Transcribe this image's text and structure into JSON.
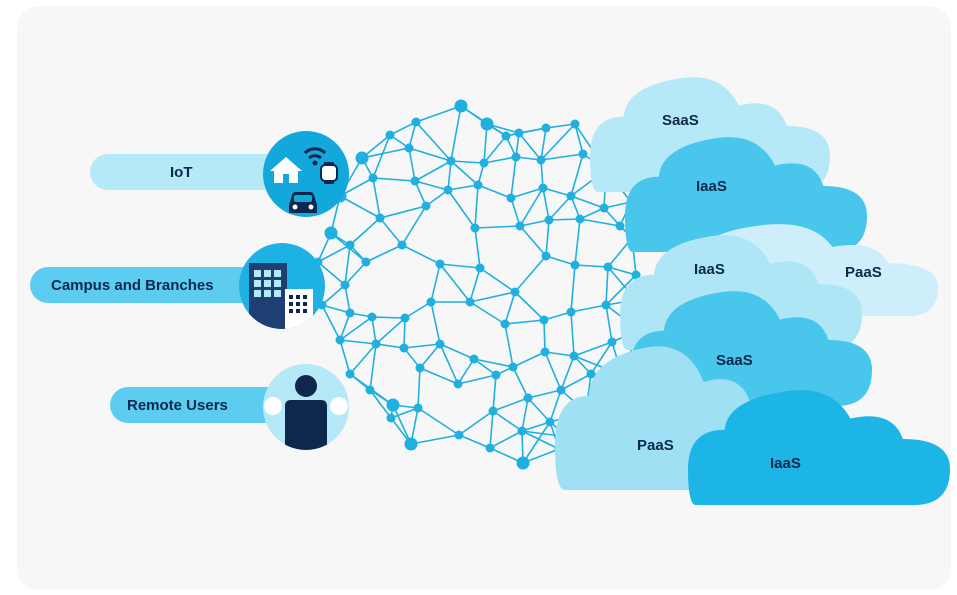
{
  "sources": {
    "iot": {
      "label": "IoT",
      "icon": "iot-devices-icon"
    },
    "campus": {
      "label": "Campus and Branches",
      "icon": "buildings-icon"
    },
    "remote": {
      "label": "Remote Users",
      "icon": "remote-user-icon"
    }
  },
  "clouds": [
    {
      "label": "SaaS",
      "color": "#b6e9f7"
    },
    {
      "label": "IaaS",
      "color": "#49c6ec"
    },
    {
      "label": "PaaS",
      "color": "#cdeefa"
    },
    {
      "label": "IaaS",
      "color": "#aee6f6"
    },
    {
      "label": "SaaS",
      "color": "#49c6ec"
    },
    {
      "label": "PaaS",
      "color": "#9fe0f4"
    },
    {
      "label": "IaaS",
      "color": "#1cb5e6"
    }
  ],
  "colors": {
    "mesh": "#1fb0e0",
    "pill": "#b6e9f7",
    "pill_dark": "#5ccdf0",
    "badge": "#12a8dc",
    "navy": "#0d274d"
  }
}
